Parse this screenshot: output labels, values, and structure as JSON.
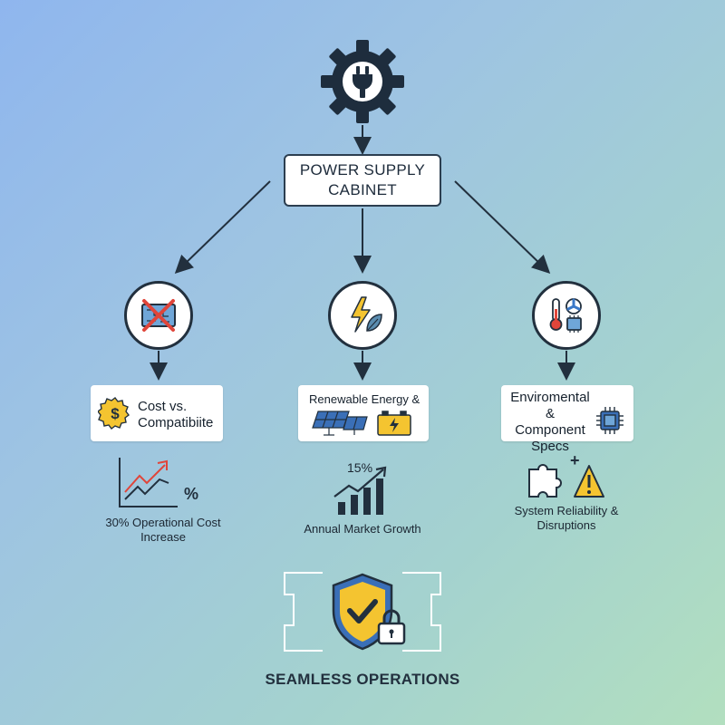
{
  "diagram": {
    "root": {
      "icon": "gear-plug-icon",
      "title_line1": "POWER SUPPLY",
      "title_line2": "CABINET"
    },
    "branches": [
      {
        "id": "cost",
        "circle_icon": "crossed-circuit-board-icon",
        "card_icon": "dollar-gear-icon",
        "label_line1": "Cost vs.",
        "label_line2": "Compatibiite",
        "metric_icon": "trend-chart-icon",
        "metric_symbol": "%",
        "caption_line1": "30% Operational Cost",
        "caption_line2": "Increase"
      },
      {
        "id": "renewable",
        "circle_icon": "lightning-leaf-icon",
        "card_icon": "solar-panel-battery-icon",
        "label": "Renewable Energy &",
        "metric_icon": "growth-bar-chart-icon",
        "metric_value": "15%",
        "caption": "Annual Market Growth"
      },
      {
        "id": "environmental",
        "circle_icon": "thermometer-fan-chip-icon",
        "card_icon": "microchip-icon",
        "label_line1": "Enviromental &",
        "label_line2": "Component",
        "label_line3": "Specs",
        "metric_icon": "puzzle-warning-icon",
        "metric_symbol": "+",
        "caption_line1": "System Reliability &",
        "caption_line2": "Disruptions"
      }
    ],
    "outcome": {
      "icon": "shield-check-lock-icon",
      "label": "SEAMLESS OPERATIONS"
    },
    "colors": {
      "line": "#22303e",
      "accent_yellow": "#f4c430",
      "accent_red": "#e0453a",
      "accent_blue": "#3a78c8"
    }
  }
}
